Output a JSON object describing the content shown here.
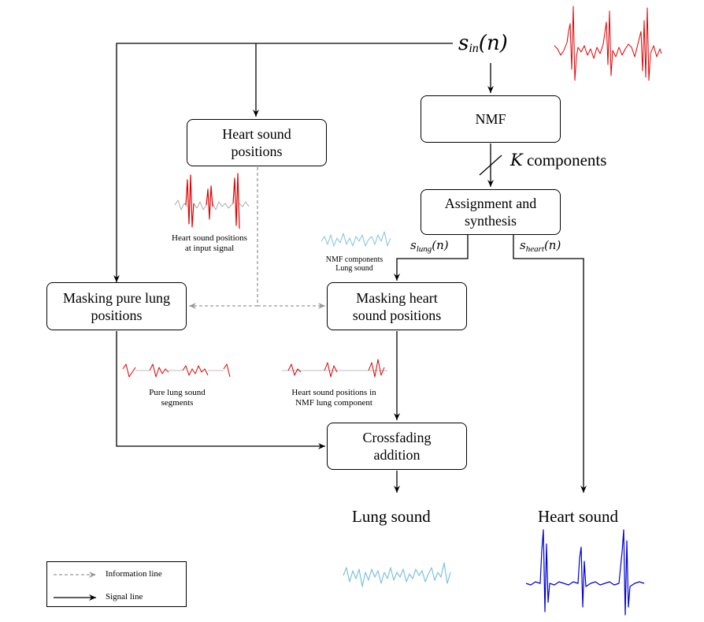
{
  "input": {
    "symbol": "s",
    "subscript": "in",
    "arg": "(n)"
  },
  "boxes": {
    "nmf": "NMF",
    "heart_positions": [
      "Heart sound",
      "positions"
    ],
    "assignment": [
      "Assignment and",
      "synthesis"
    ],
    "mask_lung": [
      "Masking pure lung",
      "positions"
    ],
    "mask_heart": [
      "Masking heart",
      "sound positions"
    ],
    "crossfade": [
      "Crossfading",
      "addition"
    ]
  },
  "k_label": {
    "symbol": "K",
    "text": "components"
  },
  "edges": {
    "s_lung": {
      "symbol": "s",
      "subscript": "lung",
      "arg": "(n)"
    },
    "s_heart": {
      "symbol": "s",
      "subscript": "heart",
      "arg": "(n)"
    }
  },
  "annotations": {
    "heart_at_input": [
      "Heart sound positions",
      "at input signal"
    ],
    "nmf_components": [
      "NMF components",
      "Lung sound"
    ],
    "pure_lung": [
      "Pure lung sound",
      "segments"
    ],
    "heart_in_nmf": [
      "Heart sound positions in",
      "NMF lung component"
    ]
  },
  "outputs": {
    "lung": "Lung sound",
    "heart": "Heart sound"
  },
  "legend": {
    "info": "Information line",
    "signal": "Signal line"
  },
  "colors": {
    "red": "#e00000",
    "blue": "#0000d0",
    "cyan": "#7ec3dc",
    "gray": "#999999"
  }
}
